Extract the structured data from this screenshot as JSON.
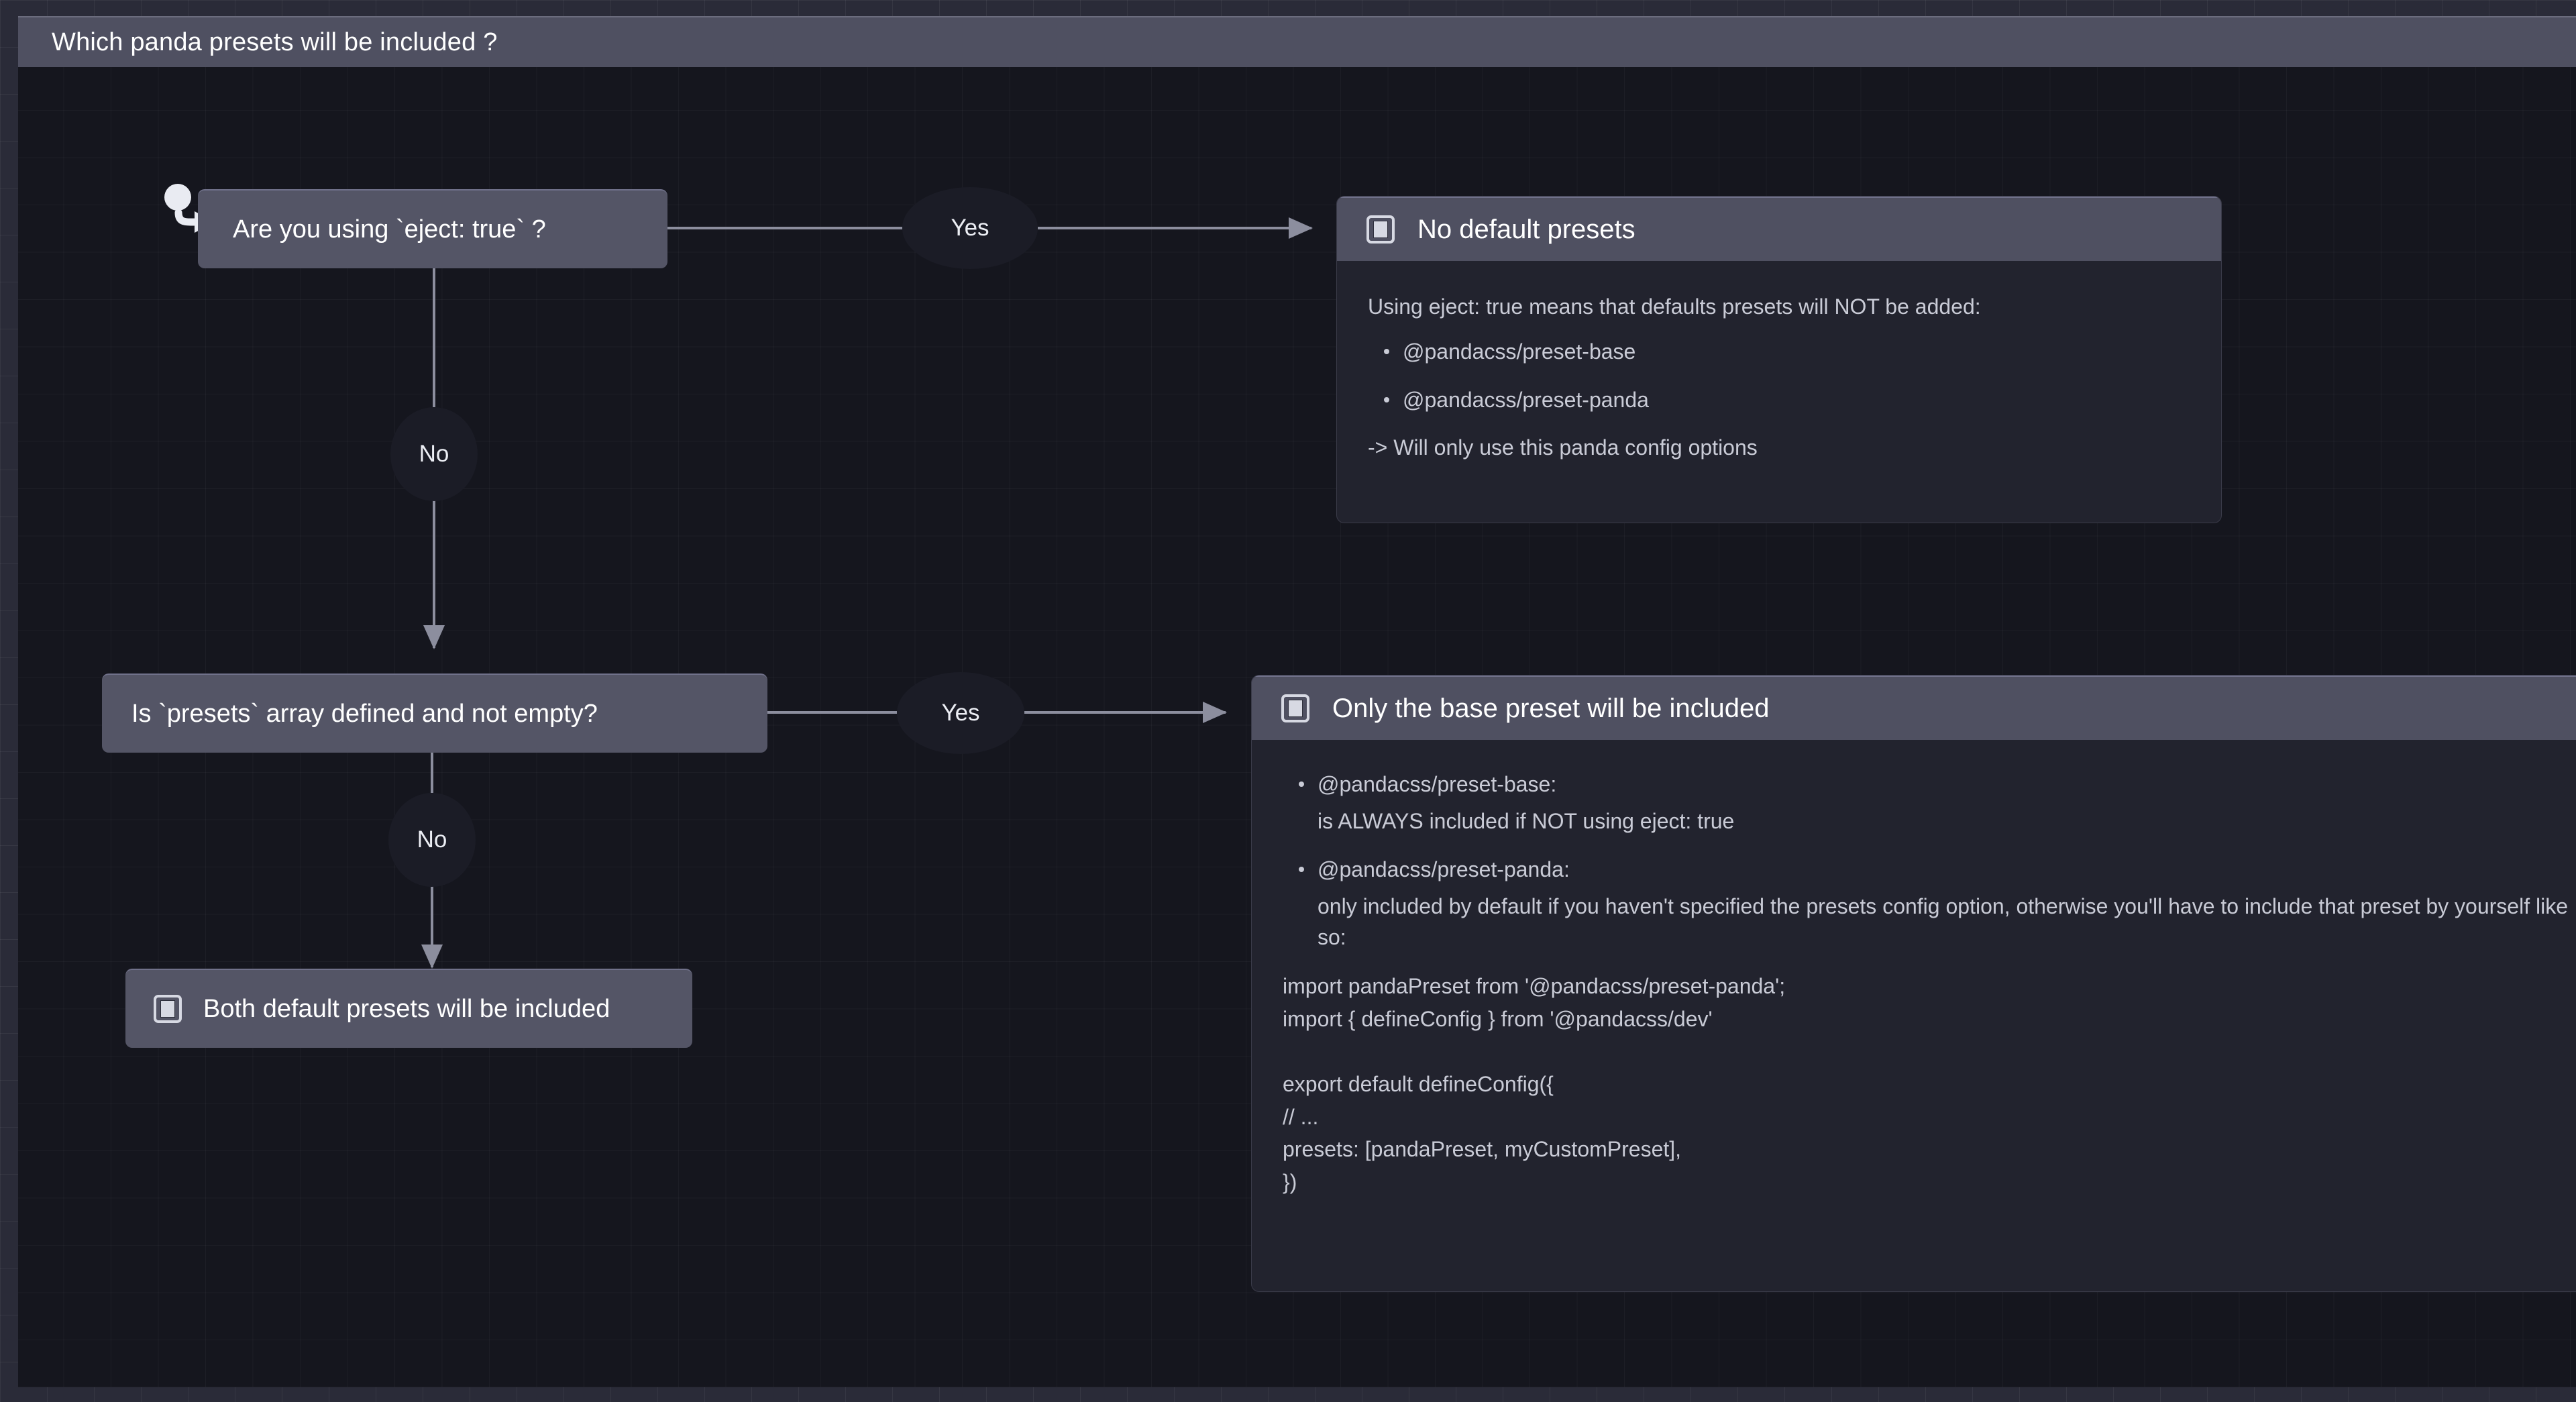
{
  "title_bar": {
    "title": "Which panda presets will be included ?"
  },
  "colors": {
    "canvas_bg": "#15161e",
    "frame_bg": "#2a2b38",
    "node_fill": "#545566",
    "node_top_border": "#70718a",
    "card_body_bg": "#22232e",
    "header_fill": "#4f5061",
    "edge_stroke": "#8c8e9e",
    "edge_label_bg": "#1b1c26",
    "text_primary": "#ffffff",
    "text_secondary": "#c9cbd6"
  },
  "start_marker": {
    "icon": "start-node-arrow-icon"
  },
  "nodes": {
    "decision_eject": {
      "label": "Are you using `eject: true` ?"
    },
    "decision_presets": {
      "label": "Is `presets` array defined  and not empty?"
    },
    "terminal_both": {
      "icon": "note-icon",
      "label": "Both default presets will be included"
    }
  },
  "edge_labels": {
    "eject_yes": "Yes",
    "eject_no": "No",
    "presets_yes": "Yes",
    "presets_no": "No"
  },
  "cards": [
    {
      "id": "no-default-presets",
      "icon": "note-icon",
      "title": "No default presets",
      "intro": "Using eject: true means that defaults presets will NOT be added:",
      "bullets": [
        "@pandacss/preset-base",
        "@pandacss/preset-panda"
      ],
      "footer": "-> Will only use this panda config options"
    },
    {
      "id": "only-base-preset",
      "icon": "note-icon",
      "title": "Only the base preset will be included",
      "bullets": [
        {
          "term": "@pandacss/preset-base:",
          "desc": "is ALWAYS included if NOT using eject: true"
        },
        {
          "term": "@pandacss/preset-panda:",
          "desc": "only included by default if you haven't specified the presets config option, otherwise you'll have to include that preset by yourself like so:"
        }
      ],
      "code": "import pandaPreset from '@pandacss/preset-panda';\nimport { defineConfig } from '@pandacss/dev'\n\nexport default defineConfig({\n// ...\npresets: [pandaPreset, myCustomPreset],\n})"
    }
  ]
}
